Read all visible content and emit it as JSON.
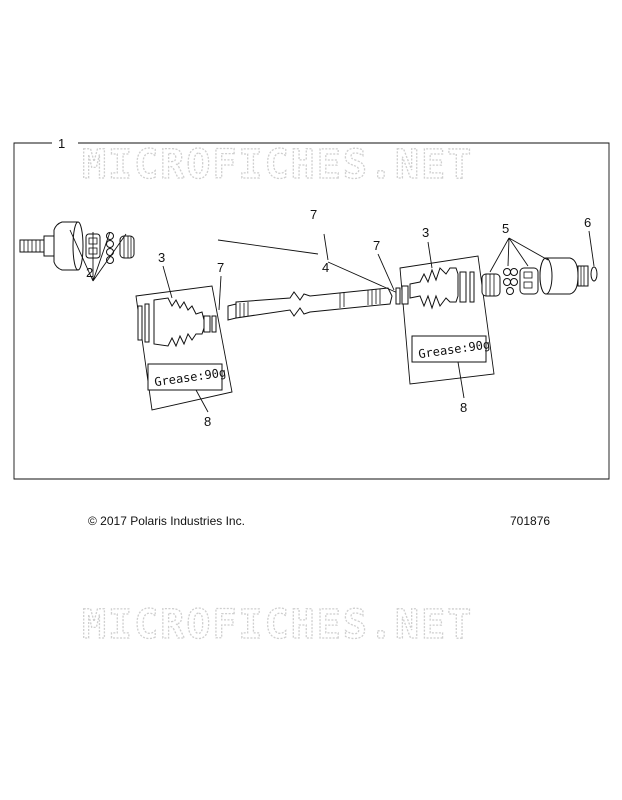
{
  "watermark_text": "MICROFICHES.NET",
  "callouts": {
    "assembly": "1",
    "outer_bearing_cage": "2",
    "boot_left": "3",
    "boot_right": "3",
    "shaft": "4",
    "inner_bearing_cage": "5",
    "snap_ring": "6",
    "clamp_top": "7",
    "clamp_left": "7",
    "clamp_right": "7",
    "grease_left": "8",
    "grease_right": "8"
  },
  "grease_labels": {
    "left": "Grease:90g",
    "right": "Grease:90g"
  },
  "footer": {
    "copyright": "© 2017 Polaris Industries Inc.",
    "drawing_number": "701876"
  }
}
